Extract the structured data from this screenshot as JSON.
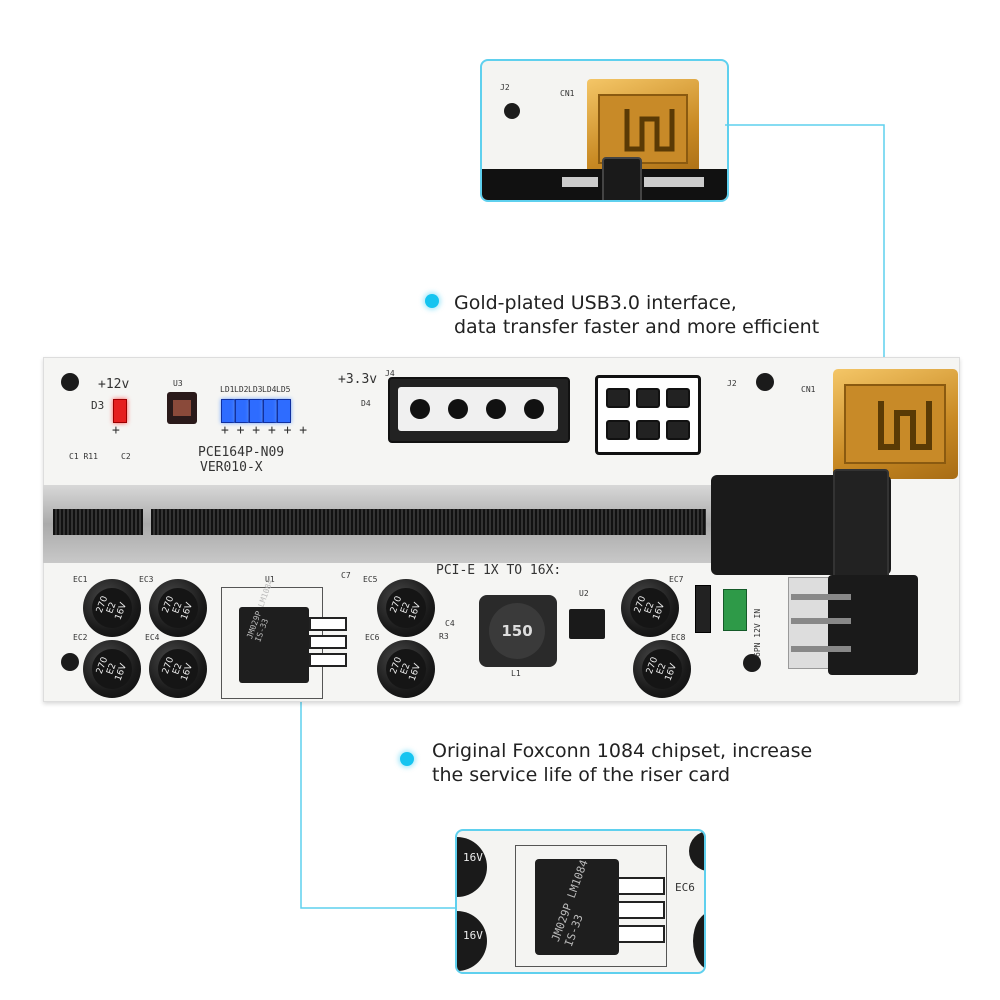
{
  "callouts": {
    "usb_line1": "Gold-plated USB3.0 interface,",
    "usb_line2": "data transfer faster and more efficient",
    "chip_line1": "Original Foxconn 1084 chipset, increase",
    "chip_line2": "the service life of the riser card"
  },
  "board": {
    "model": "PCE164P-N09",
    "version": "VER010-X",
    "pcie": "PCI-E 1X TO 16X:",
    "v12": "+12v",
    "v33": "+3.3v",
    "d3": "D3",
    "d4": "D4",
    "u1": "U1",
    "u2": "U2",
    "u3": "U3",
    "j2": "J2",
    "j4": "J4",
    "cn1": "CN1",
    "l1": "L1",
    "c4": "C4",
    "r3": "R3",
    "c7": "C7",
    "c1r11": "C1 R11",
    "c2": "C2",
    "sixpin": "6PN   12V IN",
    "inductor": "150",
    "chip_text": "JM029P LM1084 IS-33",
    "cap_labels": [
      "EC1",
      "EC2",
      "EC3",
      "EC4",
      "EC5",
      "EC6",
      "EC7",
      "EC8"
    ],
    "cap_rating": [
      "270",
      "E2",
      "16V"
    ],
    "led_labels": [
      "LD1",
      "LD2",
      "LD3",
      "LD4",
      "LD5"
    ]
  },
  "zoom_top": {
    "j2": "J2",
    "cn1": "CN1"
  },
  "zoom_bottom": {
    "cap_rating": "16V",
    "ec6": "EC6",
    "chip_text": "JM029P LM1084 IS-33"
  },
  "colors": {
    "accent": "#16c4f0",
    "gold": "#e0a53a",
    "pcb": "#f5f5f3"
  }
}
